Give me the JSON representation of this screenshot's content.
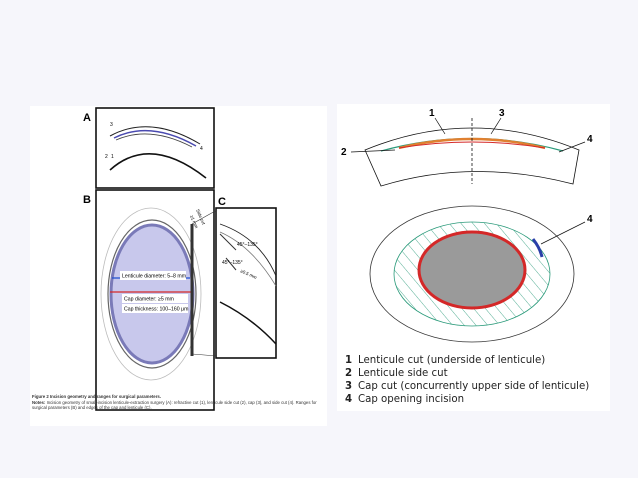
{
  "left_figure": {
    "panel_a_label": "A",
    "panel_b_label": "B",
    "panel_c_label": "C",
    "cut_numbers": [
      "1",
      "2",
      "3",
      "4"
    ],
    "side_cut_label": "Side cut",
    "side_cut_value": "≥1 mm",
    "lenticule_label": "Lenticule diameter: 5–8 mm",
    "cap_diameter_label": "Cap diameter: ≥5 mm",
    "cap_thickness_label": "Cap thickness: 100–160 μm",
    "angle_label_1": "45°–135°",
    "angle_label_2": "45°–135°",
    "lenticule_min_label": "≥0.5 mm",
    "caption_title": "Figure 2 Incision geometry and ranges for surgical parameters.",
    "caption_notes_label": "Notes:",
    "caption_notes_text": "Incision geometry of small-incision lenticule-extraction surgery (A): refractive cut (1), lenticule side cut (2), cap (3), and side cut (4). Ranges for surgical parameters (B) and edges of the cap and lenticule (C).",
    "colors": {
      "lenticule_fill": "#c8c8ec",
      "cap_ring": "#7a7ab8",
      "blue_arrow": "#1f4fd0",
      "red_arrow": "#d42828"
    }
  },
  "right_figure": {
    "callouts": [
      "1",
      "3",
      "2",
      "4",
      "4"
    ],
    "legend": [
      {
        "num": "1",
        "text": "Lenticule cut (underside of lenticule)"
      },
      {
        "num": "2",
        "text": "Lenticule side cut"
      },
      {
        "num": "3",
        "text": "Cap cut (concurrently upper side of lenticule)"
      },
      {
        "num": "4",
        "text": "Cap opening incision"
      }
    ],
    "colors": {
      "teal": "#2a9a7a",
      "red": "#d42828",
      "orange": "#e08030",
      "blue": "#2a3fa8",
      "gray": "#9a9a9a"
    }
  }
}
